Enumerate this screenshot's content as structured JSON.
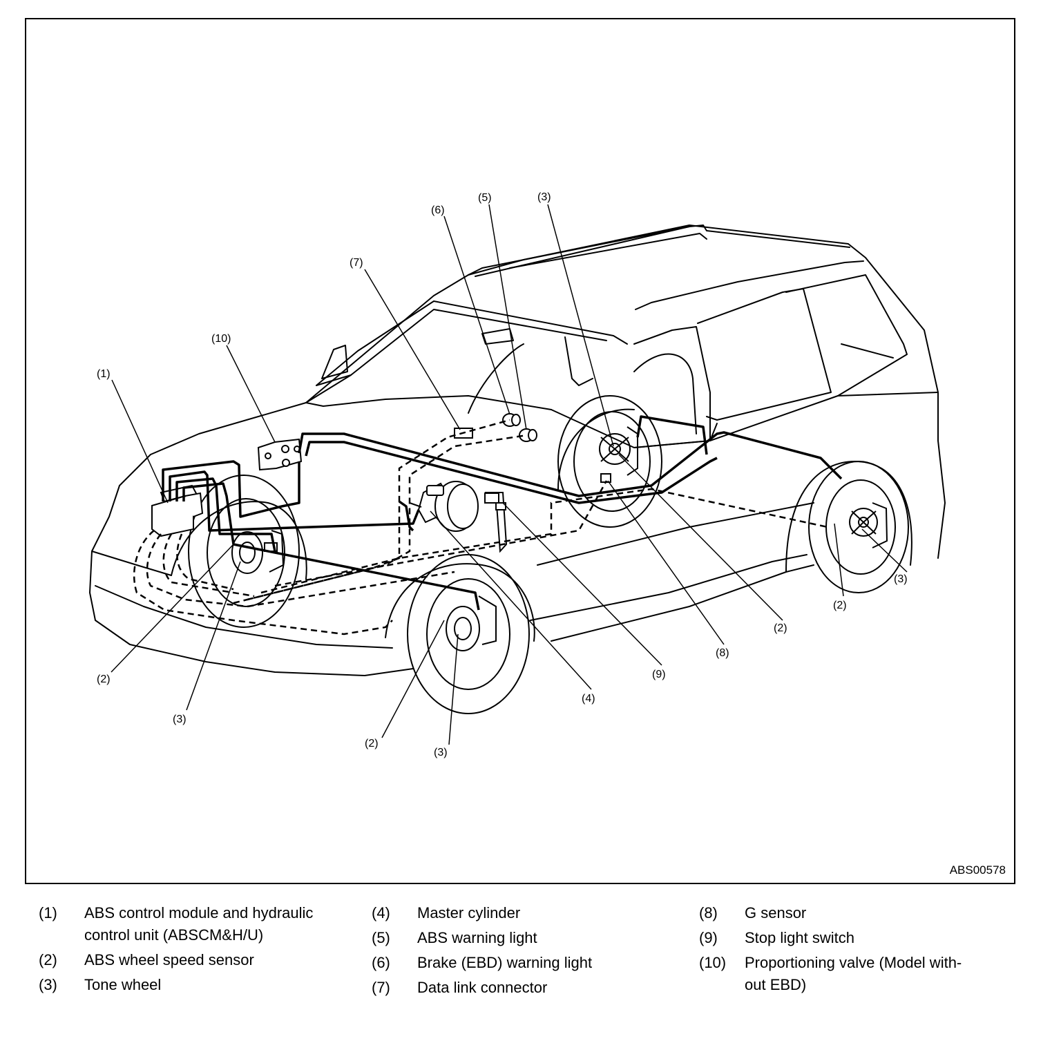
{
  "figure_code": "ABS00578",
  "callouts": {
    "c1": "(1)",
    "c10": "(10)",
    "c7": "(7)",
    "c6": "(6)",
    "c5": "(5)",
    "c3_top": "(3)",
    "c2_front_left": "(2)",
    "c3_front_left": "(3)",
    "c2_front_center": "(2)",
    "c3_front_center": "(3)",
    "c4": "(4)",
    "c9": "(9)",
    "c8": "(8)",
    "c2_rear_center": "(2)",
    "c2_rear_right": "(2)",
    "c3_rear_right": "(3)"
  },
  "legend": {
    "columns": [
      [
        {
          "num": "(1)",
          "lines": [
            "ABS control module and hydraulic",
            "control unit (ABSCM&H/U)"
          ]
        },
        {
          "num": "(2)",
          "lines": [
            "ABS wheel speed sensor"
          ]
        },
        {
          "num": "(3)",
          "lines": [
            "Tone wheel"
          ]
        }
      ],
      [
        {
          "num": "(4)",
          "lines": [
            "Master cylinder"
          ]
        },
        {
          "num": "(5)",
          "lines": [
            "ABS warning light"
          ]
        },
        {
          "num": "(6)",
          "lines": [
            "Brake (EBD) warning light"
          ]
        },
        {
          "num": "(7)",
          "lines": [
            "Data link connector"
          ]
        }
      ],
      [
        {
          "num": "(8)",
          "lines": [
            "G sensor"
          ]
        },
        {
          "num": "(9)",
          "lines": [
            "Stop light switch"
          ]
        },
        {
          "num": "(10)",
          "lines": [
            "Proportioning valve (Model with-",
            "out EBD)"
          ]
        }
      ]
    ]
  }
}
